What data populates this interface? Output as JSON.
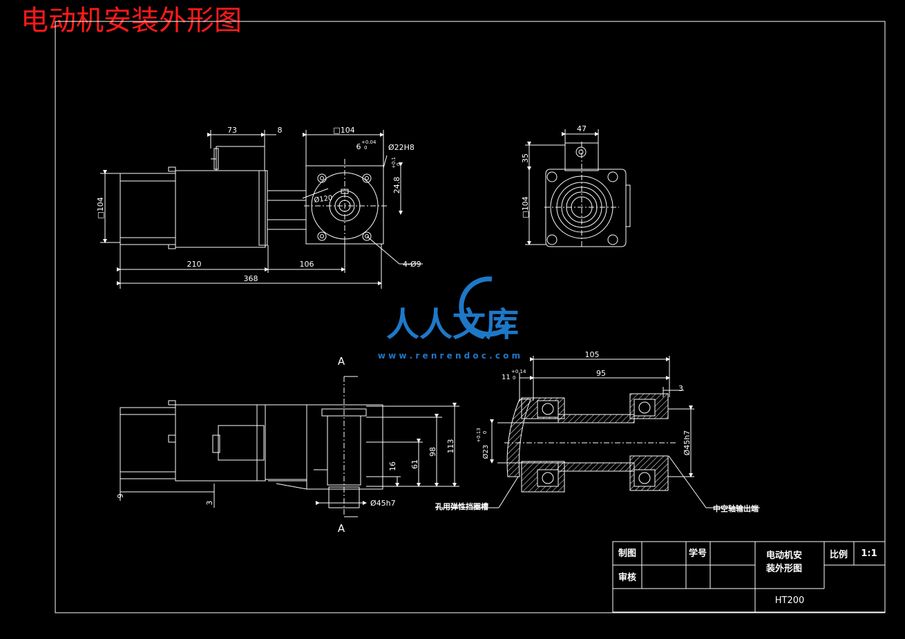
{
  "drawing": {
    "top_title": "电动机安装外形图",
    "front_view": {
      "dims": {
        "d73": "73",
        "d8": "8",
        "sq104_top": "□104",
        "tol6": "6",
        "tol6_up": "+0.04",
        "tol6_lo": "0",
        "d22": "Ø22H8",
        "d24": "24.8",
        "d24_up": "+0.1",
        "d24_lo": "0",
        "d120": "Ø120",
        "sq104_left": "□104",
        "d210": "210",
        "d106": "106",
        "d368": "368",
        "holes": "4-Ø9"
      }
    },
    "side_view": {
      "dims": {
        "d47": "47",
        "d35": "35",
        "sq104": "□104"
      }
    },
    "section_view": {
      "label_a_top": "A",
      "label_a_bottom": "A",
      "dims": {
        "d113": "113",
        "d98": "98",
        "d61": "61",
        "d16": "16",
        "d45": "Ø45h7",
        "d9": "9",
        "d3": "3"
      }
    },
    "shaft_detail": {
      "dims": {
        "d105": "105",
        "d95": "95",
        "d3": "3",
        "d11": "11",
        "d11_up": "+0.14",
        "d11_lo": "0",
        "d23": "Ø23",
        "d23_up": "+0.13",
        "d23_lo": "0",
        "d45": "Ø45h7"
      },
      "callout_left": "孔用弹性挡圈槽",
      "callout_right": "中空轴输出端"
    },
    "watermark": {
      "brand": "人人文库",
      "url": "w w w . r e n r e n d o c . c o m",
      "color": "#1e78c8"
    },
    "title_block": {
      "drawn_by": "制图",
      "checked_by": "审核",
      "student_no": "学号",
      "drawing_name_line1": "电动机安",
      "drawing_name_line2": "装外形图",
      "scale_label": "比例",
      "scale_value": "1:1",
      "material": "HT200"
    }
  }
}
